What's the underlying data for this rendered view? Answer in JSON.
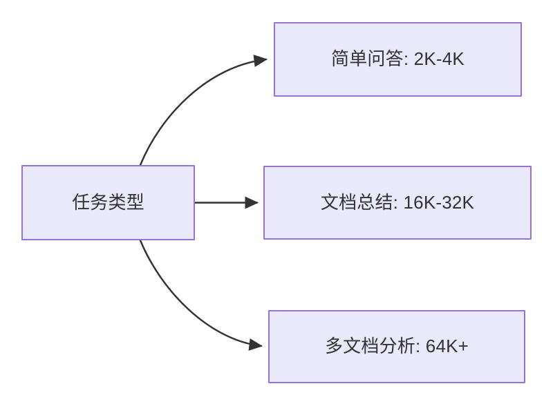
{
  "diagram": {
    "type": "flowchart",
    "direction": "left-to-right",
    "background_color": "#ffffff",
    "node_fill_color": "#eae8fb",
    "node_border_color": "#9373d8",
    "node_text_color": "#333333",
    "edge_color": "#333333",
    "nodes": [
      {
        "id": "source",
        "label": "任务类型"
      },
      {
        "id": "task1",
        "label": "简单问答: 2K-4K"
      },
      {
        "id": "task2",
        "label": "文档总结: 16K-32K"
      },
      {
        "id": "task3",
        "label": "多文档分析: 64K+"
      }
    ],
    "edges": [
      {
        "from": "source",
        "to": "task1",
        "label": "",
        "style": "curved-arrow"
      },
      {
        "from": "source",
        "to": "task2",
        "label": "",
        "style": "straight-arrow"
      },
      {
        "from": "source",
        "to": "task3",
        "label": "",
        "style": "curved-arrow"
      }
    ]
  }
}
